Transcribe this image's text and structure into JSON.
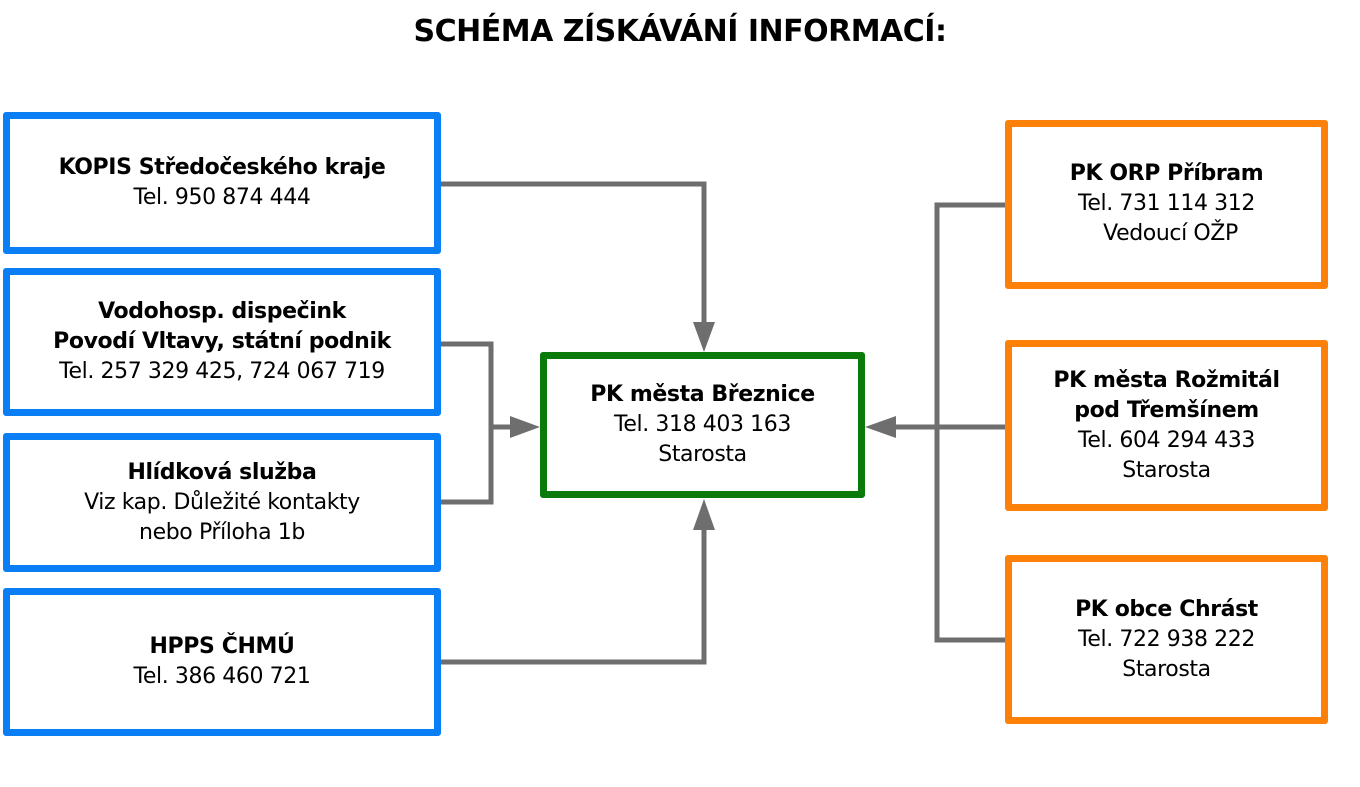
{
  "title": "SCHÉMA ZÍSKÁVÁNÍ INFORMACÍ:",
  "colors": {
    "source_box_border": "#0a7ff5",
    "central_box_border": "#0a7a0a",
    "partner_box_border": "#fd8008",
    "connector": "#6e6e6e"
  },
  "sources": [
    {
      "name": "KOPIS Středočeského kraje",
      "lines": [
        "Tel. 950 874 444"
      ]
    },
    {
      "name": "Vodohosp. dispečink",
      "name2": "Povodí Vltavy, státní podnik",
      "lines": [
        "Tel. 257 329 425, 724 067 719"
      ]
    },
    {
      "name": "Hlídková služba",
      "lines": [
        "Viz kap. Důležité kontakty",
        "nebo Příloha 1b"
      ]
    },
    {
      "name": "HPPS ČHMÚ",
      "lines": [
        "Tel. 386 460 721"
      ]
    }
  ],
  "central": {
    "name": "PK města Březnice",
    "lines": [
      "Tel. 318 403 163",
      "Starosta"
    ]
  },
  "partners": [
    {
      "name": "PK ORP Příbram",
      "lines": [
        "Tel. 731 114 312",
        "Vedoucí OŽP"
      ]
    },
    {
      "name": "PK města Rožmitál",
      "name2": "pod Třemšínem",
      "lines": [
        "Tel. 604 294 433",
        "Starosta"
      ]
    },
    {
      "name": "PK obce Chrást",
      "lines": [
        "Tel. 722 938 222",
        "Starosta"
      ]
    }
  ],
  "connections": [
    {
      "from": "sources.0",
      "to": "central",
      "arrow": "down"
    },
    {
      "from": [
        "sources.1",
        "sources.2"
      ],
      "to": "central",
      "arrow": "right"
    },
    {
      "from": "sources.3",
      "to": "central",
      "arrow": "up"
    },
    {
      "from": [
        "partners.0",
        "partners.1",
        "partners.2"
      ],
      "to": "central",
      "arrow": "left"
    }
  ]
}
